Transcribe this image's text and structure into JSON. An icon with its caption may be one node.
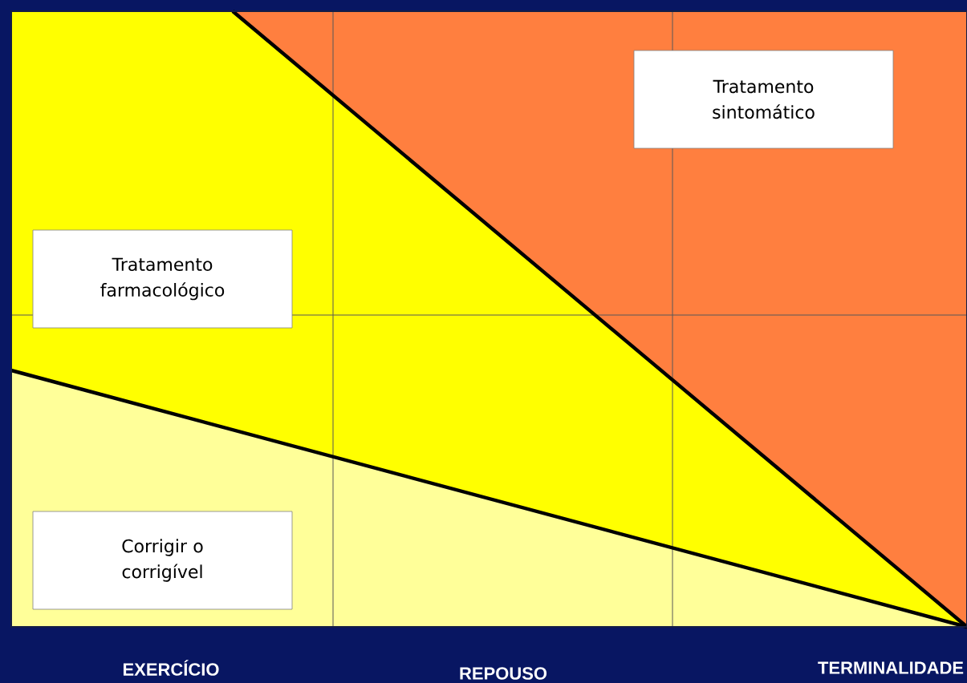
{
  "diagram": {
    "nodes": [
      {
        "text": [
          "Tratamento sintomático"
        ]
      },
      {
        "text": [
          "Tratamento farmacológico"
        ]
      },
      {
        "text": [
          "Corrigir o corrigível"
        ]
      }
    ],
    "labels": [
      "EXERCÍCIO",
      "REPOUSO",
      "TERMINALIDADE"
    ]
  }
}
